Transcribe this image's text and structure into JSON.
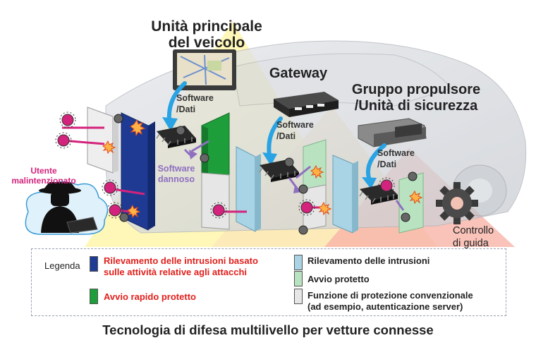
{
  "labels": {
    "head_unit": [
      "Unità principale",
      "del veicolo"
    ],
    "gateway": "Gateway",
    "powertrain": [
      "Gruppo propulsore",
      "/Unità di sicurezza"
    ],
    "software_data": [
      "Software",
      "/Dati"
    ],
    "malicious_software": [
      "Software",
      "dannoso"
    ],
    "attacker": [
      "Utente",
      "malintenzionato"
    ],
    "driving_control": [
      "Controllo",
      "di guida"
    ]
  },
  "legend": {
    "title": "Legenda",
    "items": [
      {
        "lines": [
          "Rilevamento delle intrusioni basato",
          "sulle attività relative agli attacchi"
        ],
        "swatch": "#1f3a93",
        "text_color": "#e0201c"
      },
      {
        "lines": [
          "Avvio rapido protetto"
        ],
        "swatch": "#1e9e3a",
        "text_color": "#e0201c"
      },
      {
        "lines": [
          "Rilevamento delle intrusioni"
        ],
        "swatch": "#a8d4e6",
        "text_color": "#222222"
      },
      {
        "lines": [
          "Avvio protetto"
        ],
        "swatch": "#b9e3c0",
        "text_color": "#222222"
      },
      {
        "lines": [
          "Funzione di protezione convenzionale",
          "(ad esempio, autenticazione server)"
        ],
        "swatch": "#e6e6e6",
        "text_color": "#222222"
      }
    ]
  },
  "caption": "Tecnologia di difesa multilivello per vetture connesse",
  "colors": {
    "intrusion_attack": "#1f3a93",
    "fast_secure_boot": "#1e9e3a",
    "intrusion": "#a8d4e6",
    "secure_boot": "#b9e3c0",
    "conventional": "#e6e6e6",
    "arrow_blue": "#29a3e3",
    "arrow_purple": "#8e6fc0",
    "attack_magenta": "#d4237c",
    "legend_red": "#e0201c"
  }
}
